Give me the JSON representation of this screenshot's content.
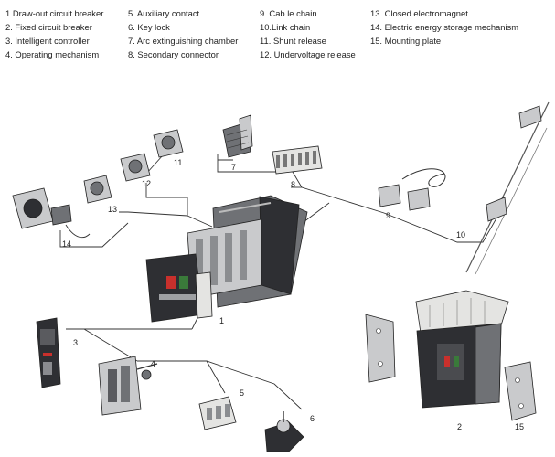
{
  "legend": [
    [
      "1.Draw-out circuit breaker",
      "2. Fixed circuit breaker",
      "3. Intelligent controller",
      "4. Operating mechanism"
    ],
    [
      "5. Auxiliary contact",
      "6. Key lock",
      "7. Arc extinguishing chamber",
      "8. Secondary connector"
    ],
    [
      "9. Cab le chain",
      "10.Link chain",
      "11. Shunt release",
      "12. Undervoltage release"
    ],
    [
      "13. Closed electromagnet",
      "14. Electric energy storage mechanism",
      "15. Mounting plate"
    ]
  ],
  "callouts": {
    "c1": "1",
    "c2": "2",
    "c3": "3",
    "c4": "4",
    "c5": "5",
    "c6": "6",
    "c7": "7",
    "c8": "8",
    "c9": "9",
    "c10": "10",
    "c11": "11",
    "c12": "12",
    "c13": "13",
    "c14": "14",
    "c15": "15"
  },
  "colors": {
    "line": "#333333",
    "body_dark": "#2e2f33",
    "metal": "#c9cacc",
    "module": "#e4e4e2"
  }
}
